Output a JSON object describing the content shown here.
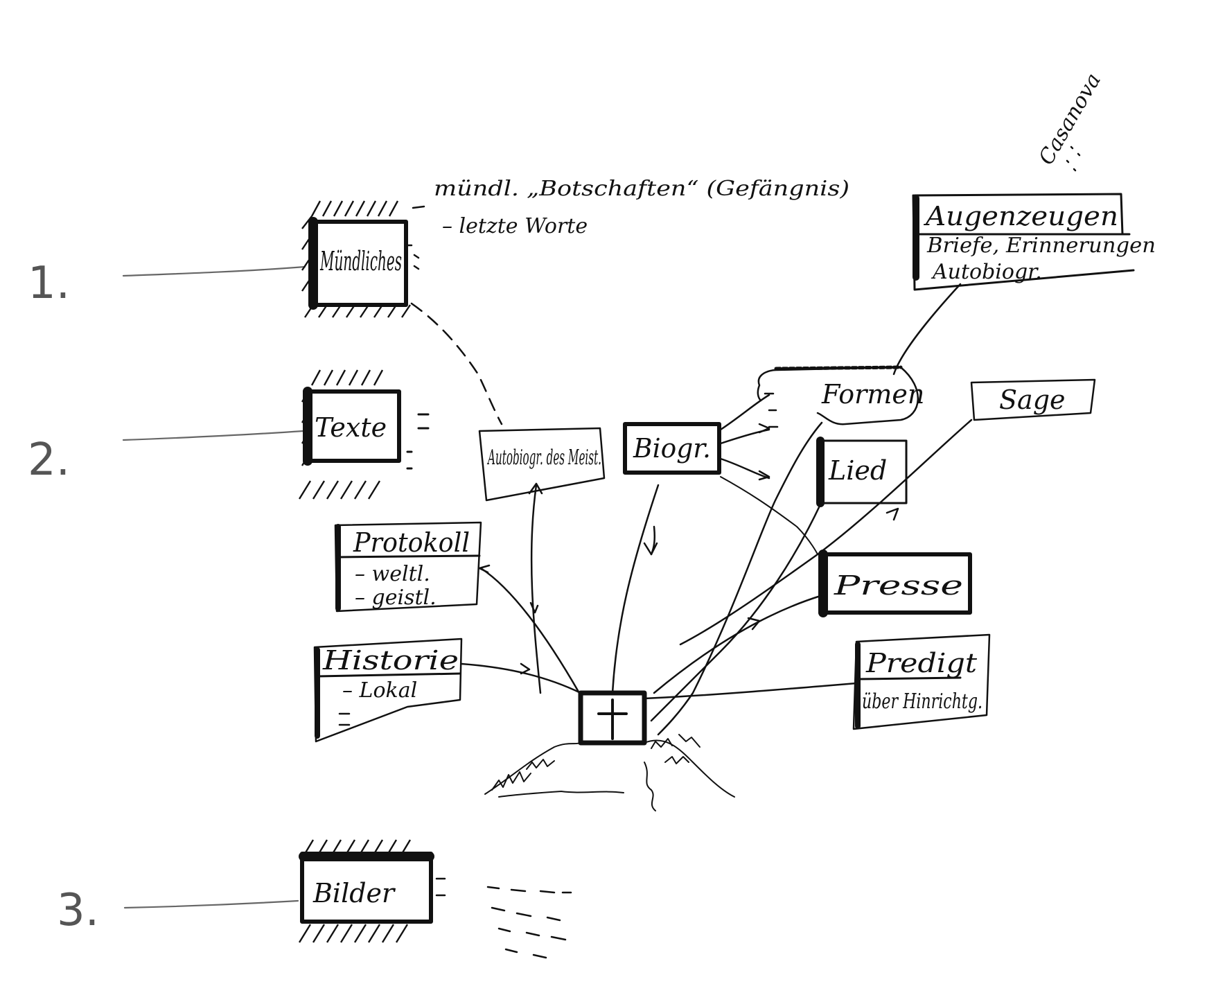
{
  "categories": [
    {
      "number": "1.",
      "label": "Mündliches"
    },
    {
      "number": "2.",
      "label": "Texte"
    },
    {
      "number": "3.",
      "label": "Bilder"
    }
  ],
  "notes": {
    "muendl": "mündl. „Botschaften“ (Gefängnis)",
    "letzte": "– letzte Worte",
    "casanova": "Casanova"
  },
  "sources": {
    "augenzeugen": {
      "title": "Augenzeugen",
      "lines": [
        "Briefe, Erinnerungen",
        "Autobiogr."
      ]
    },
    "autobiogr": {
      "title": "Autobiogr. des Meist."
    },
    "biogr": {
      "title": "Biogr."
    },
    "formen": {
      "title": "Formen"
    },
    "lied": {
      "title": "Lied"
    },
    "sage": {
      "title": "Sage"
    },
    "presse": {
      "title": "Presse"
    },
    "protokoll": {
      "title": "Protokoll",
      "lines": [
        "– weltl.",
        "– geistl."
      ]
    },
    "historie": {
      "title": "Historie",
      "lines": [
        "– Lokal"
      ]
    },
    "predigt": {
      "title": "Predigt",
      "lines": [
        "über Hinrichtg."
      ]
    }
  }
}
